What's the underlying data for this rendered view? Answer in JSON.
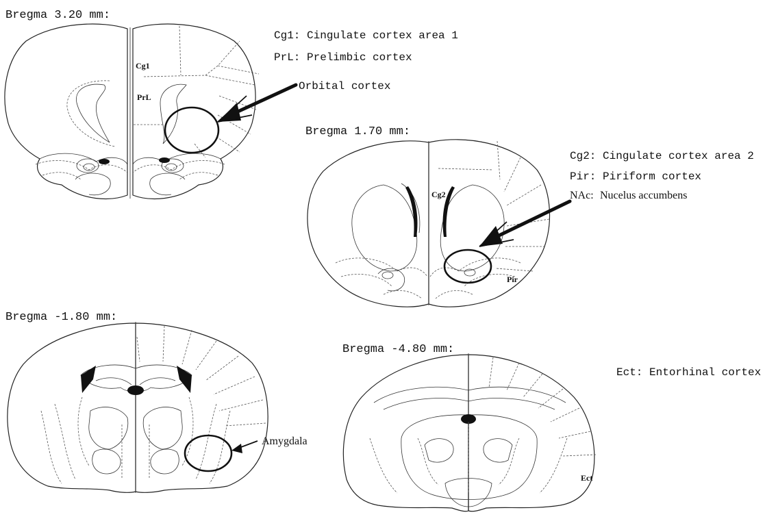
{
  "panels": {
    "p1": {
      "title": "Bregma 3.20 mm:",
      "regions": [
        "Cg1",
        "PrL"
      ],
      "callout": "Orbital cortex"
    },
    "p2": {
      "title": "Bregma 1.70 mm:",
      "regions": [
        "Cg2",
        "Pir"
      ]
    },
    "p3": {
      "title": "Bregma -1.80 mm:",
      "callout": "Amygdala"
    },
    "p4": {
      "title": "Bregma -4.80 mm:",
      "regions": [
        "Ect"
      ]
    }
  },
  "legend": {
    "cg1": "Cg1: Cingulate cortex area 1",
    "prl": "PrL: Prelimbic cortex",
    "cg2": "Cg2: Cingulate cortex area 2",
    "pir": "Pir: Piriform cortex",
    "nac_abbr": "NAc:",
    "nac_name": "Nucelus accumbens",
    "ect": "Ect: Entorhinal cortex"
  }
}
